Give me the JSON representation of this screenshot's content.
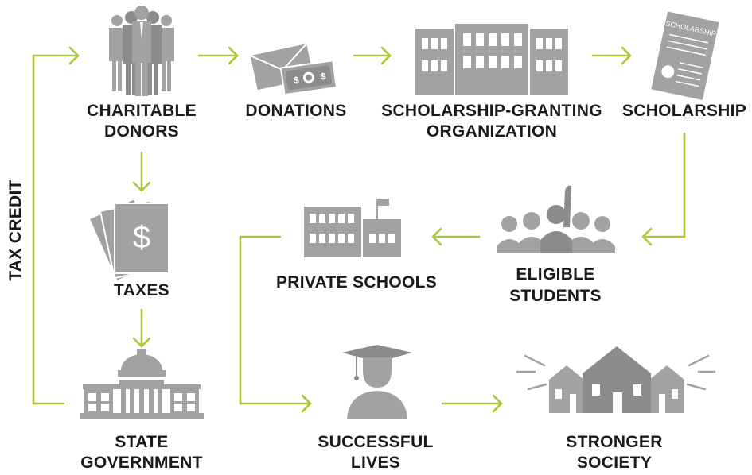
{
  "nodes": {
    "charitable_donors": [
      "CHARITABLE",
      "DONORS"
    ],
    "donations": [
      "DONATIONS"
    ],
    "sgo": [
      "SCHOLARSHIP-GRANTING",
      "ORGANIZATION"
    ],
    "scholarship": [
      "SCHOLARSHIP"
    ],
    "taxes": [
      "TAXES"
    ],
    "private_schools": [
      "PRIVATE SCHOOLS"
    ],
    "eligible_students": [
      "ELIGIBLE",
      "STUDENTS"
    ],
    "state_government": [
      "STATE",
      "GOVERNMENT"
    ],
    "successful_lives": [
      "SUCCESSFUL",
      "LIVES"
    ],
    "stronger_society": [
      "STRONGER",
      "SOCIETY"
    ]
  },
  "side_label": "TAX CREDIT",
  "icon_text": {
    "scholarship_doc": "SCHOLARSHIP",
    "dollar": "$"
  },
  "colors": {
    "arrow": "#a8c83a",
    "icon": "#a2a2a2",
    "text": "#1a1a1a"
  },
  "icons": {
    "charitable_donors": "people-group-icon",
    "donations": "envelope-money-icon",
    "sgo": "office-building-icon",
    "scholarship": "certificate-icon",
    "taxes": "dollar-bills-icon",
    "private_schools": "school-building-icon",
    "eligible_students": "students-raised-hand-icon",
    "state_government": "capitol-building-icon",
    "successful_lives": "graduate-icon",
    "stronger_society": "houses-icon"
  }
}
